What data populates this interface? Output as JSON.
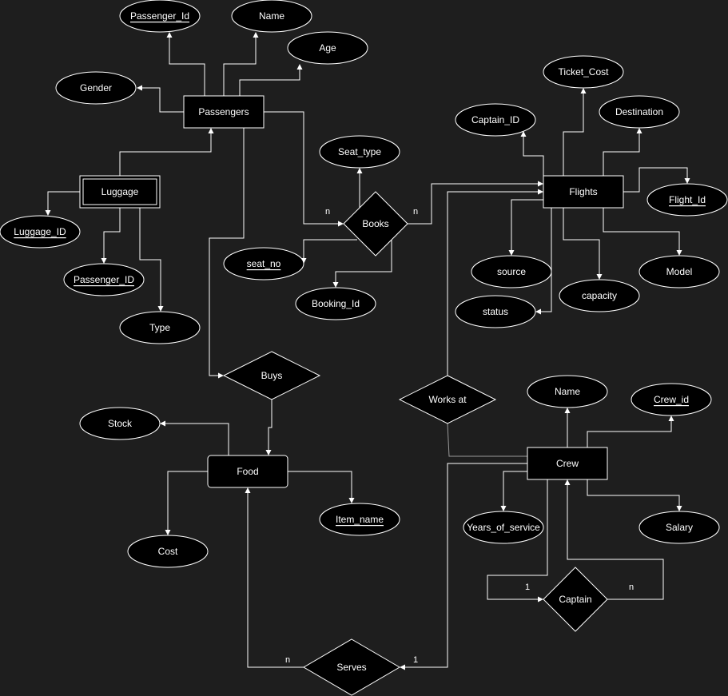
{
  "colors": {
    "background": "#1e1e1e",
    "shape_fill": "#000000",
    "stroke": "#ffffff",
    "grey_edge": "#9a9a9a"
  },
  "entities": {
    "passengers": "Passengers",
    "luggage": "Luggage",
    "flights": "Flights",
    "food": "Food",
    "crew": "Crew"
  },
  "relationships": {
    "books": "Books",
    "buys": "Buys",
    "works_at": "Works at",
    "serves": "Serves",
    "captain": "Captain"
  },
  "attributes": {
    "passenger_id": "Passenger_Id",
    "passenger_name": "Name",
    "age": "Age",
    "gender": "Gender",
    "luggage_id": "Luggage_ID",
    "luggage_passenger_id": "Passenger_ID",
    "type": "Type",
    "seat_type": "Seat_type",
    "seat_no": "seat_no",
    "booking_id": "Booking_Id",
    "ticket_cost": "Ticket_Cost",
    "captain_id": "Captain_ID",
    "destination": "Destination",
    "flight_id": "Flight_Id",
    "source": "source",
    "capacity": "capacity",
    "model": "Model",
    "status": "status",
    "stock": "Stock",
    "cost": "Cost",
    "item_name": "Item_name",
    "crew_name": "Name",
    "crew_id": "Crew_id",
    "years_of_service": "Years_of_service",
    "salary": "Salary"
  },
  "cardinalities": {
    "books_passengers": "n",
    "books_flights": "n",
    "serves_food": "n",
    "serves_crew": "1",
    "captain_left": "1",
    "captain_right": "n"
  }
}
